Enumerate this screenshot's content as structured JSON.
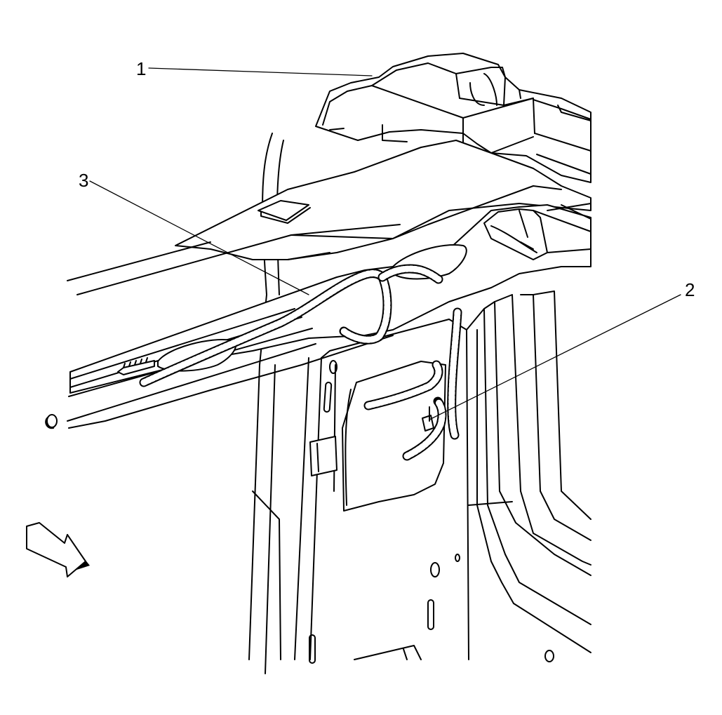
{
  "figure": {
    "callouts": [
      {
        "id": "1",
        "label": "1"
      },
      {
        "id": "2",
        "label": "2"
      },
      {
        "id": "3",
        "label": "3"
      }
    ],
    "icons": {
      "direction_arrow": "front-direction-arrow-icon"
    },
    "colors": {
      "line": "#000000",
      "background": "#ffffff"
    }
  }
}
